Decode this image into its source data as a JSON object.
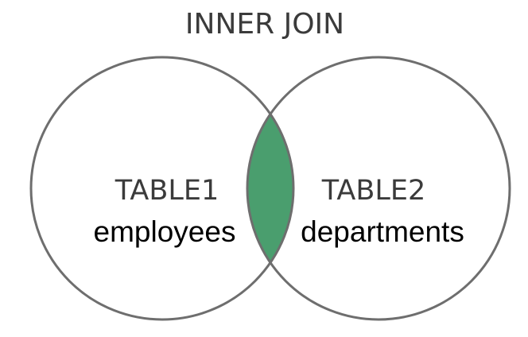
{
  "diagram": {
    "title": "INNER JOIN",
    "left_set": {
      "label": "TABLE1",
      "name": "employees"
    },
    "right_set": {
      "label": "TABLE2",
      "name": "departments"
    },
    "colors": {
      "intersection_fill": "#4a9e6e",
      "circle_stroke": "#6e6e6e",
      "label_text": "#3b3b3b",
      "name_text": "#000000"
    }
  }
}
